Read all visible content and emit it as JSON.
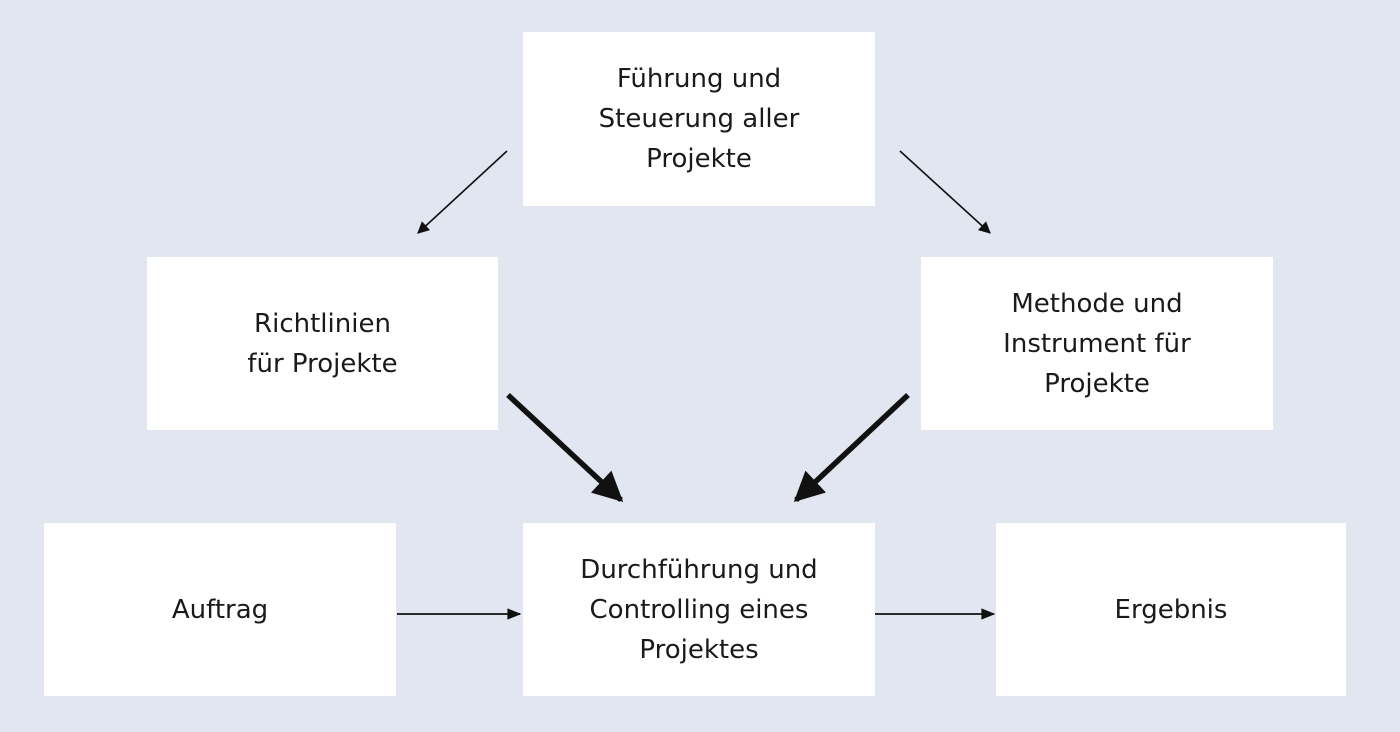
{
  "colors": {
    "background": "#e1e6f1",
    "box": "#ffffff",
    "text": "#1a1a1a",
    "arrow": "#111111"
  },
  "nodes": {
    "fuehrung": "Führung und\nSteuerung aller\nProjekte",
    "richtlinien": "Richtlinien\nfür Projekte",
    "methode": "Methode und\nInstrument für\nProjekte",
    "auftrag": "Auftrag",
    "durchfuehrung": "Durchführung und\nControlling eines\nProjektes",
    "ergebnis": "Ergebnis"
  },
  "edges": [
    {
      "from": "fuehrung",
      "to": "richtlinien",
      "weight": "thin"
    },
    {
      "from": "fuehrung",
      "to": "methode",
      "weight": "thin"
    },
    {
      "from": "richtlinien",
      "to": "durchfuehrung",
      "weight": "bold"
    },
    {
      "from": "methode",
      "to": "durchfuehrung",
      "weight": "bold"
    },
    {
      "from": "auftrag",
      "to": "durchfuehrung",
      "weight": "thin"
    },
    {
      "from": "durchfuehrung",
      "to": "ergebnis",
      "weight": "thin"
    }
  ]
}
